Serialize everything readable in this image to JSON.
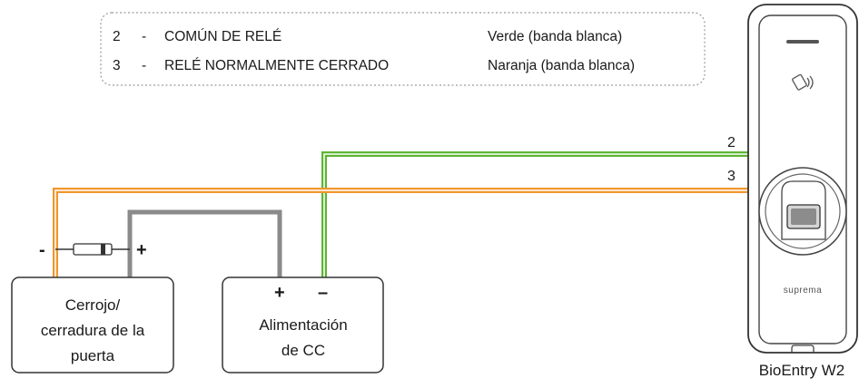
{
  "legend": {
    "rows": [
      {
        "number": "2",
        "dash": "-",
        "signal": "COMÚN DE RELÉ",
        "color_desc": "Verde (banda blanca)"
      },
      {
        "number": "3",
        "dash": "-",
        "signal": "RELÉ NORMALMENTE CERRADO",
        "color_desc": "Naranja (banda blanca)"
      }
    ]
  },
  "wires": {
    "green_label": "2",
    "orange_label": "3",
    "green_color": "#5cb531",
    "orange_color": "#f0962d",
    "gray_color": "#8a8a8a"
  },
  "diode": {
    "minus_label": "-",
    "plus_label": "+"
  },
  "lock_box": {
    "lines": [
      "Cerrojo/",
      "cerradura de la",
      "puerta"
    ]
  },
  "power_box": {
    "plus_label": "+",
    "minus_label": "–",
    "lines": [
      "Alimentación",
      "de CC"
    ]
  },
  "device": {
    "brand": "suprema",
    "caption": "BioEntry W2",
    "icons": [
      "rfid-card-icon"
    ]
  }
}
